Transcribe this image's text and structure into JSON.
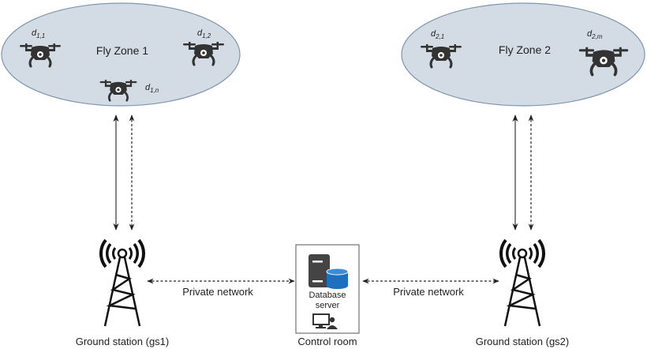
{
  "zones": [
    {
      "label": "Fly Zone 1",
      "drones": [
        {
          "id": "d",
          "sub": "1,1"
        },
        {
          "id": "d",
          "sub": "1,2"
        },
        {
          "id": "d",
          "sub": "1,n"
        }
      ]
    },
    {
      "label": "Fly Zone 2",
      "drones": [
        {
          "id": "d",
          "sub": "2,1"
        },
        {
          "id": "d",
          "sub": "2,m"
        }
      ]
    }
  ],
  "ground_stations": [
    {
      "label": "Ground station (gs1)"
    },
    {
      "label": "Ground station (gs2)"
    }
  ],
  "links": [
    {
      "label": "Private network"
    },
    {
      "label": "Private network"
    }
  ],
  "control_room": {
    "label": "Control room",
    "server_line1": "Database",
    "server_line2": "server"
  },
  "colors": {
    "zone_fill": "#d3dbe4",
    "zone_stroke": "#7f96ad",
    "drone": "#333333",
    "db_blue": "#1f6fbf",
    "server_dark": "#444444"
  }
}
